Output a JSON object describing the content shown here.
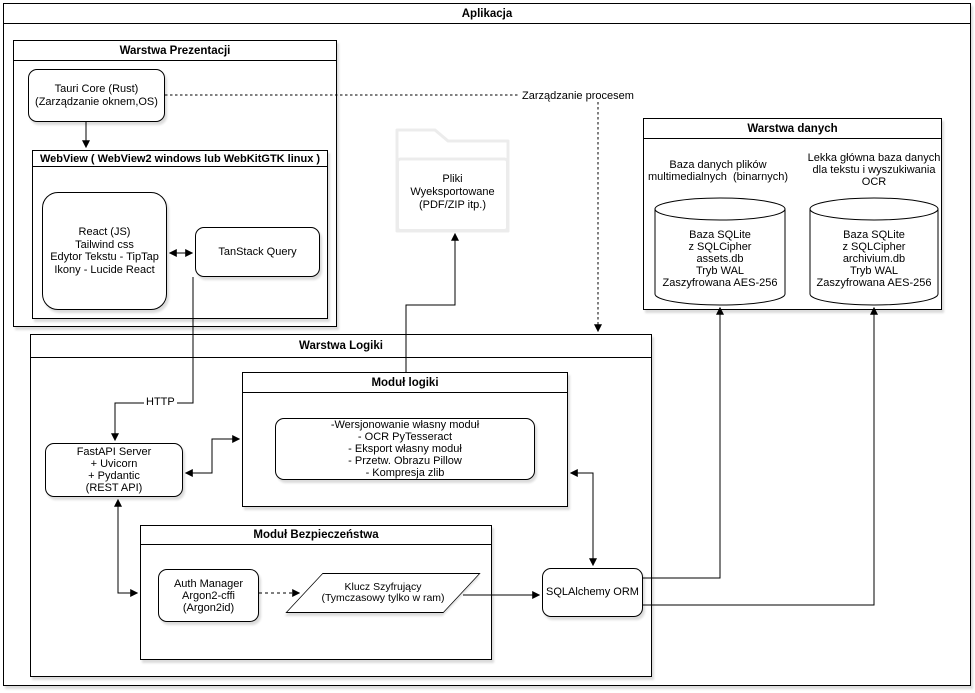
{
  "colors": {
    "stroke": "#000000",
    "background": "#ffffff",
    "folder_outline": "#ececec",
    "shadow": "rgba(0,0,0,0.14)"
  },
  "app": {
    "title": "Aplikacja"
  },
  "presentation": {
    "title": "Warstwa Prezentacji",
    "tauri": "Tauri Core (Rust)\n(Zarządzanie oknem,OS)",
    "webview_title": "WebView ( WebView2 windows  lub WebKitGTK linux )",
    "react": "React (JS)\nTailwind css\nEdytor Tekstu - TipTap\nIkony - Lucide React",
    "tanstack": "TanStack Query"
  },
  "exported": {
    "label": "Pliki\nWyeksportowane\n(PDF/ZIP itp.)"
  },
  "connections": {
    "process": "Zarządzanie procesem",
    "http": "HTTP"
  },
  "data_layer": {
    "title": "Warstwa danych",
    "db_assets_caption": "Baza danych plików\nmultimedialnych  (binarnych)",
    "db_assets": "Baza SQLite\nz SQLCipher\nassets.db\nTryb WAL\nZaszyfrowana AES-256",
    "db_archive_caption": "Lekka główna baza danych\ndla tekstu i wyszukiwania\nOCR",
    "db_archive": "Baza SQLite\nz SQLCipher\narchivium.db\nTryb WAL\nZaszyfrowana AES-256"
  },
  "logic_layer": {
    "title": "Warstwa Logiki",
    "logic_module_title": "Moduł logiki",
    "logic_module_items": "-Wersjonowanie własny moduł\n- OCR PyTesseract\n- Eksport własny moduł\n- Przetw. Obrazu Pillow\n- Kompresja zlib",
    "fastapi": "FastAPI Server\n+ Uvicorn\n+ Pydantic\n(REST API)",
    "security_module_title": "Moduł Bezpieczeństwa",
    "auth": "Auth Manager\nArgon2-cffi\n(Argon2id)",
    "key": "Klucz Szyfrujący\n(Tymczasowy tylko w ram)",
    "orm": "SQLAlchemy ORM"
  }
}
